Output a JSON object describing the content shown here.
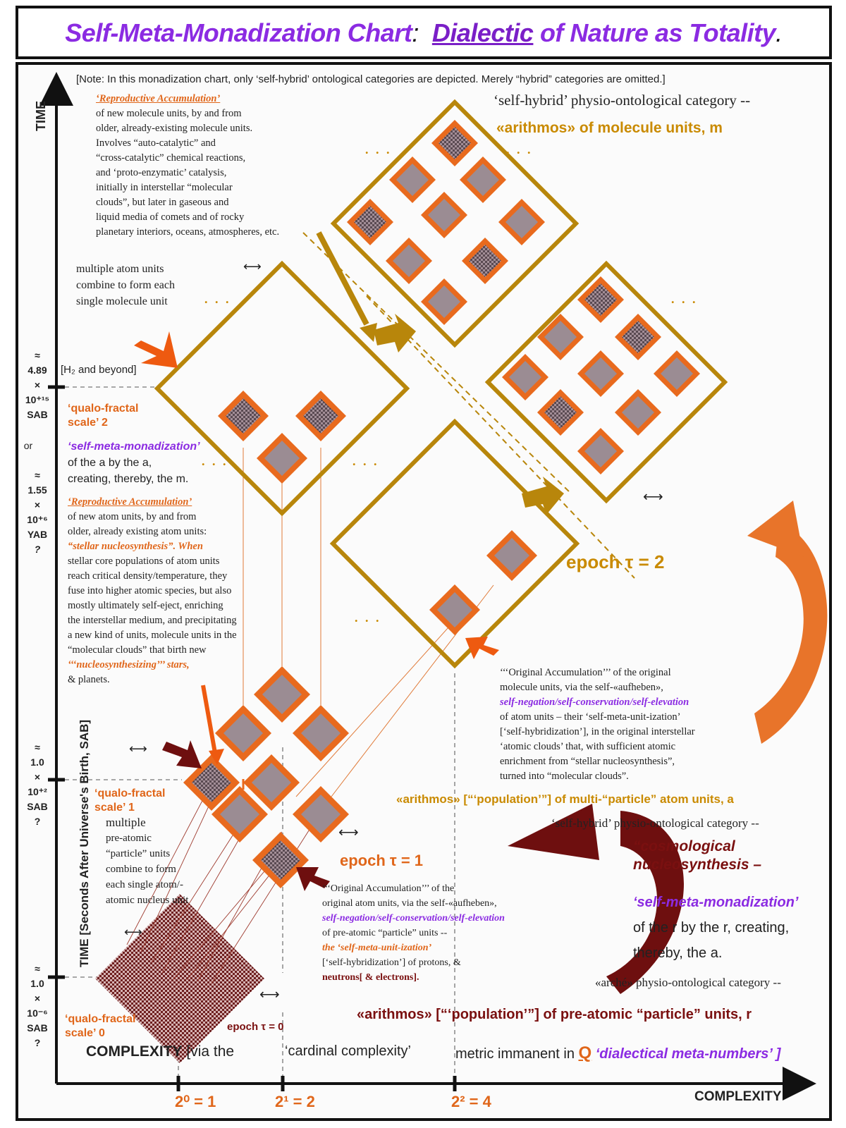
{
  "title": {
    "part1": "Self-Meta-Monadization Chart",
    "sep": ":",
    "part2": "Dialectic",
    "part3": "of Nature as Totality",
    "end": "."
  },
  "note": "[Note:  In this monadization chart, only ‘self-hybrid’ ontological categories are depicted.  Merely “hybrid” categories are omitted.]",
  "axes": {
    "y_label": "TIME",
    "y_label_lower": "TIME [Seconds After Universe's Birth, SAB]",
    "x_label": "COMPLEXITY",
    "x_caption_1": "COMPLEXITY",
    "x_caption_2": "[via the",
    "x_caption_3": "‘cardinal complexity’",
    "x_caption_4": "metric immanent in",
    "x_caption_5": "Q",
    "x_caption_6": "‘dialectical meta-numbers’ ]",
    "x_ticks": [
      "2⁰ = 1",
      "2¹ = 2",
      "2² = 4"
    ],
    "y_ticks": [
      {
        "lines": [
          "≈",
          "1.0",
          "×",
          "10⁻⁶",
          "SAB",
          "?"
        ]
      },
      {
        "lines": [
          "≈",
          "1.0",
          "×",
          "10⁺²",
          "SAB",
          "?"
        ]
      },
      {
        "lines": [
          "≈",
          "4.89",
          "×",
          "10⁺¹⁵",
          "SAB"
        ]
      },
      {
        "lines": [
          "or"
        ]
      },
      {
        "lines": [
          "≈",
          "1.55",
          "×",
          "10⁺⁶",
          "YAB",
          "?"
        ]
      }
    ]
  },
  "epochs": {
    "e0": "epoch τ = 0",
    "e1": "epoch τ = 1",
    "e2": "epoch τ = 2"
  },
  "scales": {
    "s0": "‘qualo-fractal scale’ 0",
    "s1": "‘qualo-fractal scale’ 1",
    "s2": "‘qualo-fractal scale’ 2"
  },
  "labels": {
    "h2": "[H₂ and beyond]",
    "ellipsis": ". . .",
    "arrow_lr": "⟷",
    "mol_cat_line1": "‘self-hybrid’ physio-ontological category --",
    "mol_cat_line2": "«arithmos» of molecule units, m",
    "atom_pop": "«arithmos» [“‘population’”] of multi-“particle” atom units, a",
    "atom_cat": "‘self-hybrid’ physio-ontological category --",
    "cosmo1": "“cosmological",
    "cosmo2": "nucleosynthesis –",
    "smm_r1": "‘self-meta-monadization’",
    "smm_r2": "of the r by the r, creating,",
    "smm_r3": "thereby, the a.",
    "arche_cat": "«arché» physio-ontological category --",
    "r_pop": "«arithmos»    [“‘population’”] of pre-atomic “particle” units, r",
    "multi_atom_1": "multiple atom units",
    "multi_atom_2": "combine to form each",
    "multi_atom_3": "single molecule unit",
    "multi_pre_1": "multiple",
    "multi_pre_2": "pre-atomic",
    "multi_pre_3": "“particle” units",
    "multi_pre_4": "combine to form",
    "multi_pre_5": "each single atom/-",
    "multi_pre_6": "atomic nucleus unit",
    "smm_a1": "‘self-meta-monadization’",
    "smm_a2": "of the a by the a,",
    "smm_a3": "creating, thereby, the m."
  },
  "texts": {
    "repro_mol": [
      "‘Reproductive Accumulation’",
      "of new molecule units, by and from",
      "older, already-existing molecule units.",
      "Involves “auto-catalytic” and",
      "“cross-catalytic” chemical reactions,",
      "and ‘proto-enzymatic’ catalysis,",
      "initially in interstellar “molecular",
      "clouds”, but later in gaseous and",
      "liquid media of comets and of rocky",
      "planetary interiors, oceans, atmospheres, etc."
    ],
    "repro_atom": [
      "‘Reproductive Accumulation’",
      "of new atom units, by and from",
      "older, already existing atom units:",
      "“stellar nucleosynthesis”.  When",
      "stellar core populations of atom units",
      "reach critical density/temperature, they",
      "fuse into higher atomic species, but also",
      "mostly ultimately self-eject, enriching",
      "the interstellar medium, and precipitating",
      "a new kind of units, molecule units in the",
      "“molecular clouds” that birth new",
      "‘‘‘nucleosynthesizing’’’ stars,",
      "& planets."
    ],
    "orig_mol": [
      "‘‘‘Original Accumulation’’’ of the original",
      "molecule units, via the self-«aufheben»,",
      "self-negation/self-conservation/self-elevation",
      "of atom units – their ‘self-meta-unit-ization’",
      "[‘self-hybridization’], in the original interstellar",
      "‘atomic clouds’ that, with sufficient atomic",
      "enrichment from “stellar nucleosynthesis”,",
      "turned into “molecular clouds”."
    ],
    "orig_atom": [
      "‘‘‘Original Accumulation’’’ of the",
      "original atom units, via the self-«aufheben»,",
      "self-negation/self-conservation/self-elevation",
      "of pre-atomic “particle” units --",
      "the ‘self-meta-unit-ization’",
      "[‘self-hybridization’] of protons, &",
      "neutrons[ & electrons]."
    ]
  },
  "colors": {
    "orange": "#e0661a",
    "gold": "#b8860b",
    "maroon": "#6e0f0f",
    "purple": "#8b2be2",
    "inner_fill": "#8f7f86"
  }
}
